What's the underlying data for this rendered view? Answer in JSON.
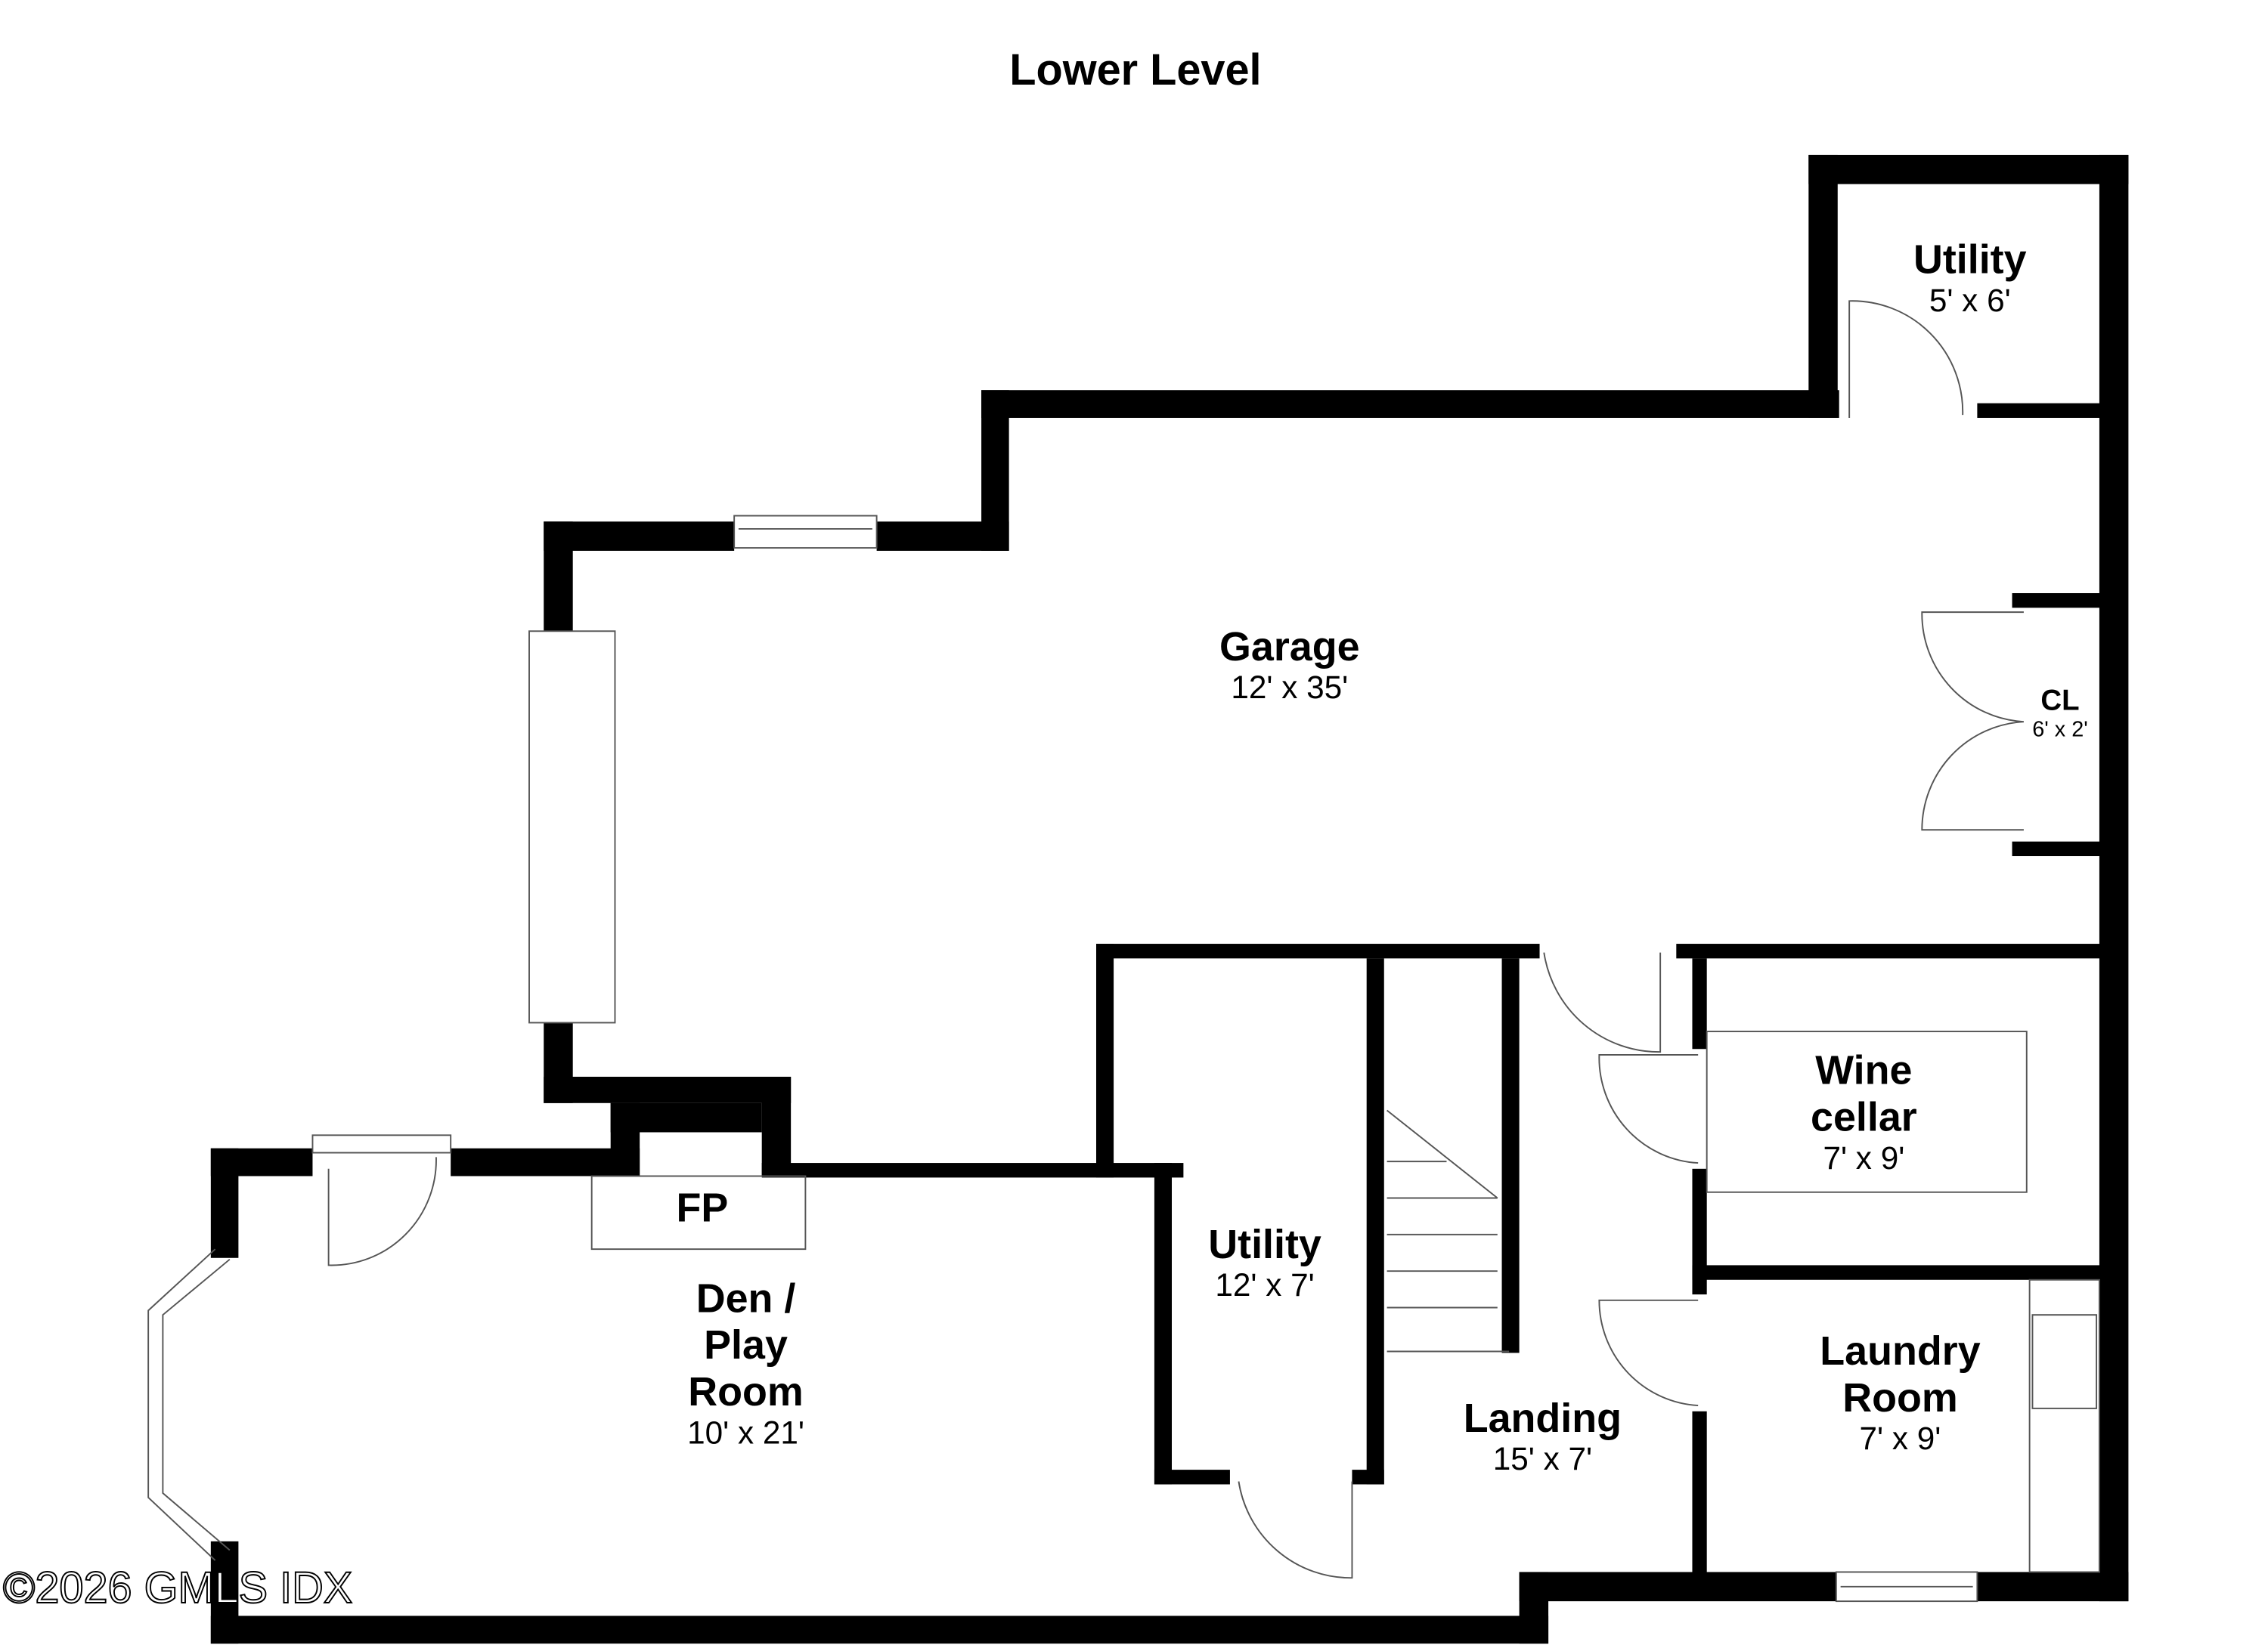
{
  "title": "Lower Level",
  "watermark": "©2026 GMLS IDX",
  "rooms": {
    "utility_top": {
      "name": "Utility",
      "dims": "5' x 6'"
    },
    "garage": {
      "name": "Garage",
      "dims": "12' x 35'"
    },
    "closet": {
      "name": "CL",
      "dims": "6' x 2'"
    },
    "wine_cellar": {
      "name_line1": "Wine",
      "name_line2": "cellar",
      "dims": "7' x 9'"
    },
    "utility_mid": {
      "name": "Utility",
      "dims": "12' x 7'"
    },
    "den": {
      "name_line1": "Den /",
      "name_line2": "Play",
      "name_line3": "Room",
      "dims": "10' x 21'"
    },
    "landing": {
      "name": "Landing",
      "dims": "15' x 7'"
    },
    "laundry": {
      "name_line1": "Laundry",
      "name_line2": "Room",
      "dims": "7' x 9'"
    },
    "fireplace": {
      "name": "FP"
    }
  },
  "colors": {
    "wall": "#000000",
    "background": "#ffffff",
    "fixture_line": "#555555"
  }
}
